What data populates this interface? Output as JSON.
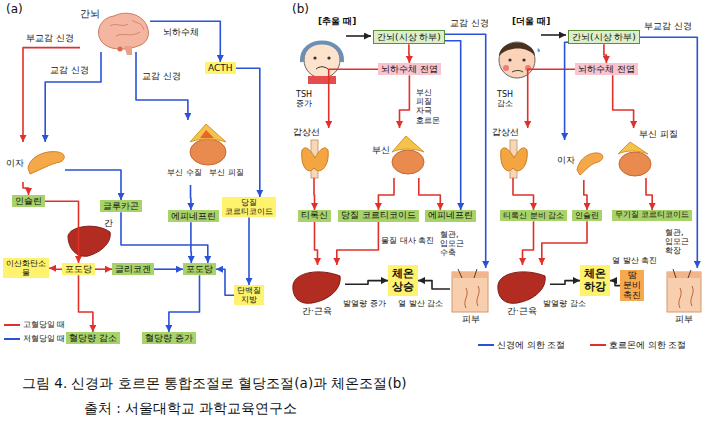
{
  "diagram": {
    "caption": "그림 4. 신경과 호르몬 통합조절로 혈당조절(a)과 체온조절(b)",
    "nodes": [
      {
        "text": [
          "간뇌"
        ]
      },
      {
        "text": [
          "ACTH"
        ]
      },
      {
        "text": [
          "이자"
        ]
      },
      {
        "text": [
          "부신 수질",
          "부신 피질"
        ]
      },
      {
        "text": [
          "인슐린"
        ]
      },
      {
        "text": [
          "글루카곤"
        ]
      },
      {
        "text": [
          "에피네프린"
        ]
      },
      {
        "text": [
          "당질 코르티코이드"
        ]
      },
      {
        "text": [
          "간"
        ]
      },
      {
        "text": [
          "이산화탄소 물"
        ]
      },
      {
        "text": [
          "포도당"
        ]
      },
      {
        "text": [
          "글리코겐"
        ]
      },
      {
        "text": [
          "포도당"
        ]
      },
      {
        "text": [
          "단백질 지방"
        ]
      },
      {
        "text": [
          "혈당량 감소"
        ]
      },
      {
        "text": [
          "혈당량 증가"
        ]
      },
      {
        "text": [
          "간뇌(시상 하부)"
        ]
      },
      {
        "text": [
          "뇌하수체 전엽"
        ]
      },
      {
        "text": [
          "갑상선"
        ]
      },
      {
        "text": [
          "부신"
        ]
      },
      {
        "text": [
          "티록신"
        ]
      },
      {
        "text": [
          "당질 코르티코이드"
        ]
      },
      {
        "text": [
          "에피네프린"
        ]
      },
      {
        "text": [
          "간·근육"
        ]
      },
      {
        "text": [
          "체온 상승"
        ]
      },
      {
        "text": [
          "피부"
        ]
      },
      {
        "text": [
          "간뇌(시상 하부)"
        ]
      },
      {
        "text": [
          "뇌하수체 전엽"
        ]
      },
      {
        "text": [
          "갑상선"
        ]
      },
      {
        "text": [
          "이자"
        ]
      },
      {
        "text": [
          "부신 피질"
        ]
      },
      {
        "text": [
          "티록신 분비 감소"
        ]
      },
      {
        "text": [
          "인슐린"
        ]
      },
      {
        "text": [
          "무기질 코르티코이드"
        ]
      },
      {
        "text": [
          "간·근육"
        ]
      },
      {
        "text": [
          "체온 하강"
        ]
      },
      {
        "text": [
          "피부"
        ]
      },
      {
        "text": [
          "땀 분비 촉진"
        ]
      }
    ],
    "edges": [
      {
        "from": 0,
        "to": 2,
        "arrow": "to"
      },
      {
        "from": 0,
        "to": 2,
        "arrow": "to"
      },
      {
        "from": 0,
        "to": 3,
        "arrow": "to"
      },
      {
        "from": 0,
        "to": 1,
        "arrow": "to"
      },
      {
        "from": 1,
        "to": 7,
        "arrow": "to"
      },
      {
        "from": 2,
        "to": 4,
        "arrow": "to"
      },
      {
        "from": 2,
        "to": 5,
        "arrow": "to"
      },
      {
        "from": 3,
        "to": 6,
        "arrow": "to"
      },
      {
        "from": 4,
        "to": 10,
        "arrow": "to"
      },
      {
        "from": 10,
        "to": 9,
        "arrow": "to"
      },
      {
        "from": 10,
        "to": 11,
        "arrow": "to"
      },
      {
        "from": 11,
        "to": 12,
        "arrow": "to"
      },
      {
        "from": 10,
        "to": 14,
        "arrow": "to"
      },
      {
        "from": 12,
        "to": 15,
        "arrow": "to"
      },
      {
        "from": 5,
        "to": 12,
        "arrow": "to"
      },
      {
        "from": 6,
        "to": 12,
        "arrow": "to"
      },
      {
        "from": 7,
        "to": 13,
        "arrow": "to"
      },
      {
        "from": 13,
        "to": 12,
        "arrow": "to"
      },
      {
        "from": 16,
        "to": 17,
        "arrow": "to"
      },
      {
        "from": 17,
        "to": 18,
        "arrow": "to"
      },
      {
        "from": 17,
        "to": 19,
        "arrow": "to"
      },
      {
        "from": 16,
        "to": 22,
        "arrow": "to"
      },
      {
        "from": 16,
        "to": 25,
        "arrow": "to"
      },
      {
        "from": 19,
        "to": 21,
        "arrow": "to"
      },
      {
        "from": 19,
        "to": 22,
        "arrow": "to"
      },
      {
        "from": 18,
        "to": 20,
        "arrow": "to"
      },
      {
        "from": 20,
        "to": 23,
        "arrow": "to"
      },
      {
        "from": 21,
        "to": 23,
        "arrow": "to"
      },
      {
        "from": 23,
        "to": 24,
        "arrow": "to"
      },
      {
        "from": 25,
        "to": 24,
        "arrow": "to"
      },
      {
        "from": 26,
        "to": 27,
        "arrow": "to"
      },
      {
        "from": 27,
        "to": 28,
        "arrow": "to"
      },
      {
        "from": 26,
        "to": 29,
        "arrow": "to"
      },
      {
        "from": 26,
        "to": 36,
        "arrow": "to"
      },
      {
        "from": 27,
        "to": 30,
        "arrow": "to"
      },
      {
        "from": 28,
        "to": 31,
        "arrow": "to"
      },
      {
        "from": 29,
        "to": 32,
        "arrow": "to"
      },
      {
        "from": 30,
        "to": 33,
        "arrow": "to"
      },
      {
        "from": 31,
        "to": 34,
        "arrow": "to"
      },
      {
        "from": 32,
        "to": 34,
        "arrow": "to"
      },
      {
        "from": 34,
        "to": 35,
        "arrow": "to"
      },
      {
        "from": 37,
        "to": 35,
        "arrow": "to"
      }
    ],
    "labels": [
      "(a)",
      "부교감 신경",
      "교감 신경",
      "뇌하수체",
      "교감 신경",
      "(b)",
      "[추울 때]",
      "교감 신경",
      "TSH 증가",
      "부신 피질 자극 호르몬",
      "물질 대사 촉진",
      "혈관, 입모근 수축",
      "발열량 증가",
      "열 발산 감소",
      "[더울 때]",
      "부교감 신경",
      "TSH 감소",
      "혈관, 입모근 확장",
      "발열량 감소",
      "열 발산 촉진",
      "출처 : 서울대학교 과학교육연구소"
    ],
    "legend": [
      {
        "text": "고혈당일 때"
      },
      {
        "text": "저혈당일 때"
      },
      {
        "text": "신경에 의한 조절"
      },
      {
        "text": "호르몬에 의한 조절"
      }
    ]
  }
}
